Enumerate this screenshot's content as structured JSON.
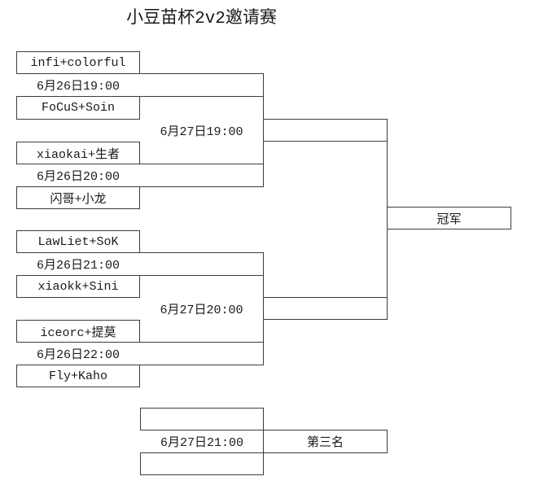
{
  "title": "小豆苗杯2v2邀请赛",
  "round1": [
    {
      "team_a": "infi+colorful",
      "time": "6月26日19:00",
      "team_b": "FoCuS+Soin"
    },
    {
      "team_a": "xiaokai+生者",
      "time": "6月26日20:00",
      "team_b": "闪哥+小龙"
    },
    {
      "team_a": "LawLiet+SoK",
      "time": "6月26日21:00",
      "team_b": "xiaokk+Sini"
    },
    {
      "team_a": "iceorc+提莫",
      "time": "6月26日22:00",
      "team_b": "Fly+Kaho"
    }
  ],
  "semifinals": [
    {
      "time": "6月27日19:00",
      "winner_slot": ""
    },
    {
      "time": "6月27日20:00",
      "winner_slot": ""
    }
  ],
  "final": {
    "label": "冠军"
  },
  "third_place": {
    "time": "6月27日21:00",
    "label": "第三名",
    "slot_a": "",
    "slot_b": ""
  },
  "colors": {
    "line": "#3c3c3c",
    "text": "#1a1a1a",
    "background": "#ffffff"
  }
}
